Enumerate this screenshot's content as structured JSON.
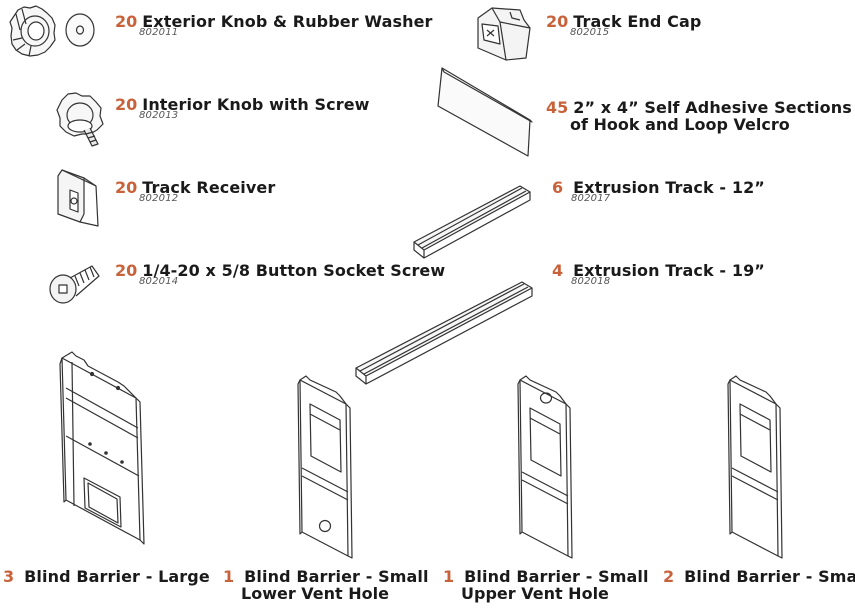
{
  "colors": {
    "quantity": "#c8623a",
    "text": "#1a1a1a",
    "line": "#333333"
  },
  "items": [
    {
      "qty": "20",
      "name": "Exterior Knob & Rubber Washer",
      "part": "802011"
    },
    {
      "qty": "20",
      "name": "Interior Knob with Screw",
      "part": "802013"
    },
    {
      "qty": "20",
      "name": "Track Receiver",
      "part": "802012"
    },
    {
      "qty": "20",
      "name": "1/4-20 x 5/8 Button Socket Screw",
      "part": "802014"
    },
    {
      "qty": "20",
      "name": "Track End Cap",
      "part": "802015"
    },
    {
      "qty": "45",
      "name": "2” x 4” Self Adhesive Sections",
      "name2": "of Hook and Loop Velcro"
    },
    {
      "qty": "6",
      "name": "Extrusion Track - 12”",
      "part": "802017"
    },
    {
      "qty": "4",
      "name": "Extrusion Track - 19”",
      "part": "802018"
    }
  ],
  "barriers": [
    {
      "qty": "3",
      "name": "Blind Barrier - Large",
      "name2": ""
    },
    {
      "qty": "1",
      "name": "Blind Barrier - Small",
      "name2": "Lower Vent Hole"
    },
    {
      "qty": "1",
      "name": "Blind Barrier - Small",
      "name2": "Upper Vent Hole"
    },
    {
      "qty": "2",
      "name": "Blind Barrier - Small",
      "name2": ""
    }
  ]
}
